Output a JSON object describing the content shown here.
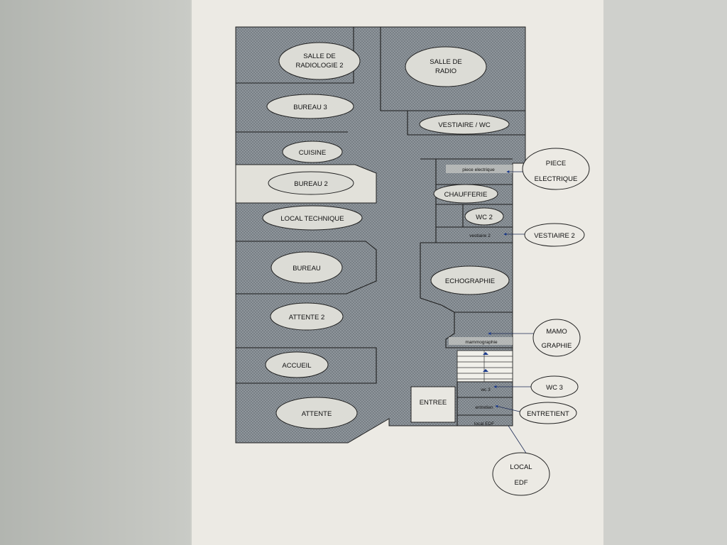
{
  "colors": {
    "wall": "#8d9297",
    "paper": "#eceae4",
    "light_room": "#e2e1da",
    "label_fill": "#dcdcd6"
  },
  "rooms": {
    "salle_radiologie_2": [
      "SALLE DE",
      "RADIOLOGIE 2"
    ],
    "salle_radio": [
      "SALLE DE",
      "RADIO"
    ],
    "bureau_3": "BUREAU 3",
    "vestiaire_wc": "VESTIAIRE / WC",
    "cuisine": "CUISINE",
    "bureau_2": "BUREAU 2",
    "chaufferie": "CHAUFFERIE",
    "wc_2": "WC 2",
    "local_technique": "LOCAL TECHNIQUE",
    "bureau": "BUREAU",
    "echographie": "ECHOGRAPHIE",
    "attente_2": "ATTENTE 2",
    "accueil": "ACCUEIL",
    "attente": "ATTENTE",
    "entree": "ENTREE"
  },
  "small_labels": {
    "piece_electrique": "piece electrique",
    "vestiaire_2": "vestiaire 2",
    "mammographie": "mammographie",
    "wc_3": "wc 3",
    "entretien": "entretien",
    "local_edf": "local EDF"
  },
  "callouts": {
    "piece_electrique": [
      "PIECE",
      "ELECTRIQUE"
    ],
    "vestiaire_2": "VESTIAIRE 2",
    "mamographie": [
      "MAMO",
      "GRAPHIE"
    ],
    "wc_3": "WC 3",
    "entretient": "ENTRETIENT",
    "local_edf": [
      "LOCAL",
      "EDF"
    ]
  }
}
